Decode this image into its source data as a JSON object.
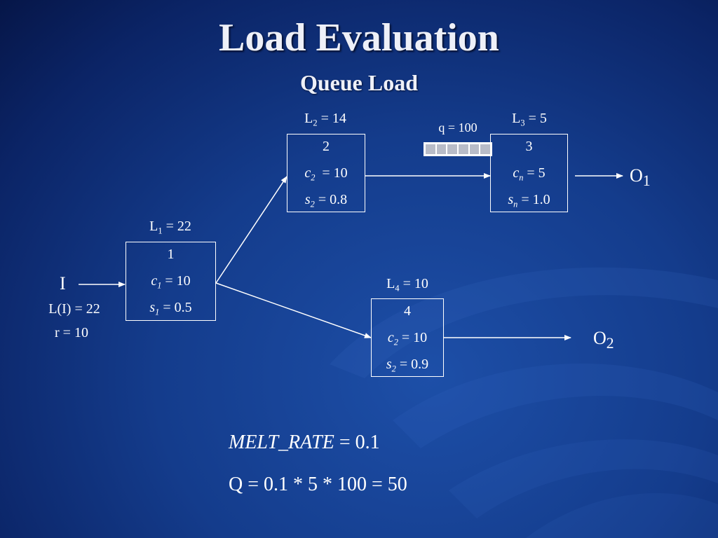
{
  "slide": {
    "title": "Load Evaluation",
    "subtitle": "Queue Load"
  },
  "input": {
    "name": "I",
    "load": "L(I) = 22",
    "rate": "r = 10"
  },
  "nodes": {
    "n1": {
      "header_L": "L",
      "header_sub": "1",
      "header_val": " = 22",
      "id": "1",
      "c_sub": "1",
      "c_val": " = 10",
      "s_sub": "1",
      "s_val": " = 0.5"
    },
    "n2": {
      "header_L": "L",
      "header_sub": "2",
      "header_val": " = 14",
      "id": "2",
      "c_sub": "2",
      "c_val": "  = 10",
      "s_sub": "2",
      "s_val": " = 0.8"
    },
    "n3": {
      "header_L": "L",
      "header_sub": "3",
      "header_val": " = 5",
      "id": "3",
      "c_sub": "n",
      "c_val": " = 5",
      "s_sub": "n",
      "s_val": " = 1.0"
    },
    "n4": {
      "header_L": "L",
      "header_sub": "4",
      "header_val": " = 10",
      "id": "4",
      "c_sub": "2",
      "c_val": " = 10",
      "s_sub": "2",
      "s_val": " = 0.9"
    }
  },
  "queue": {
    "label": "q = 100",
    "cells": 6
  },
  "outputs": {
    "o1": {
      "name": "O",
      "sub": "1"
    },
    "o2": {
      "name": "O",
      "sub": "2"
    }
  },
  "formulas": {
    "melt_name": "MELT_RATE",
    "melt_val": " = 0.1",
    "q_line": "Q = 0.1 * 5 * 100 = 50"
  },
  "colors": {
    "background": "#143c8c",
    "foreground": "#ffffff",
    "swirl": "#3a6cc4"
  }
}
